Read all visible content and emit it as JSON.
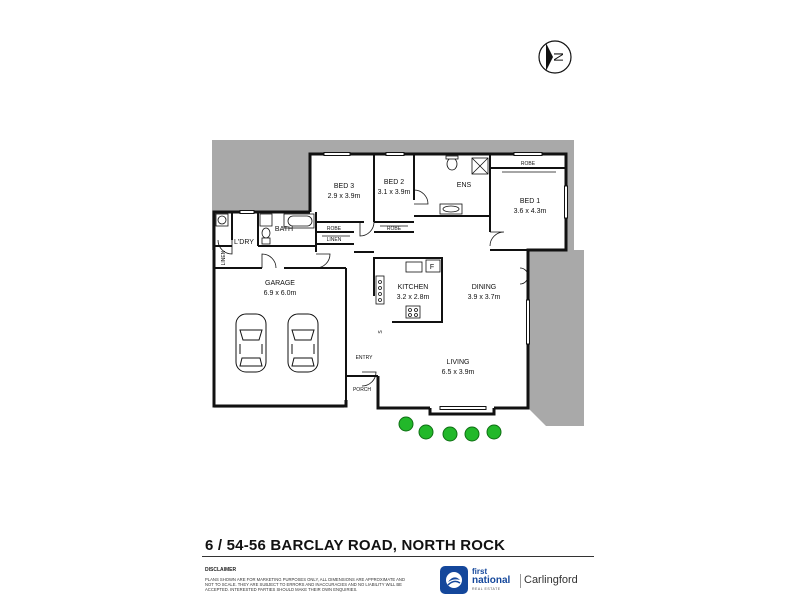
{
  "rooms": {
    "bed3": {
      "name": "BED 3",
      "size": "2.9 x 3.9m"
    },
    "bed2": {
      "name": "BED 2",
      "size": "3.1 x 3.9m"
    },
    "ens": {
      "name": "ENS"
    },
    "bed1": {
      "name": "BED 1",
      "size": "3.6 x 4.3m"
    },
    "bath": {
      "name": "BATH"
    },
    "ldry": {
      "name": "L'DRY"
    },
    "garage": {
      "name": "GARAGE",
      "size": "6.9 x 6.0m"
    },
    "kitchen": {
      "name": "KITCHEN",
      "size": "3.2 x 2.8m"
    },
    "dining": {
      "name": "DINING",
      "size": "3.9 x 3.7m"
    },
    "living": {
      "name": "LIVING",
      "size": "6.5 x 3.9m"
    },
    "entry": {
      "name": "ENTRY"
    },
    "porch": {
      "name": "PORCH"
    }
  },
  "small_labels": {
    "robe_bed1": "ROBE",
    "robe_bed2": "ROBE",
    "robe_bed3": "ROBE",
    "linen_hall": "LINEN",
    "linen_ldry": "LINEN",
    "fridge": "F",
    "storage": "S"
  },
  "compass": {
    "letter": "N"
  },
  "address": "6 / 54-56 BARCLAY ROAD, NORTH ROCK",
  "disclaimer": {
    "title": "DISCLAIMER",
    "text": "PLANS SHOWN ARE FOR MARKETING PURPOSES ONLY, ALL DIMENSIONS ARE APPROXIMATE AND NOT TO SCALE. THEY ARE SUBJECT TO ERRORS AND INACCURACIES AND NO LIABILITY WILL BE ACCEPTED. INTERESTED PARTIES SHOULD MAKE THEIR OWN ENQUIRIES."
  },
  "brand": {
    "first": "first",
    "national": "national",
    "sub": "REAL ESTATE",
    "office": "Carlingford",
    "color": "#14479b"
  },
  "colors": {
    "site": "#a9a9a9",
    "wall": "#111111",
    "tree": "#22b82a"
  }
}
